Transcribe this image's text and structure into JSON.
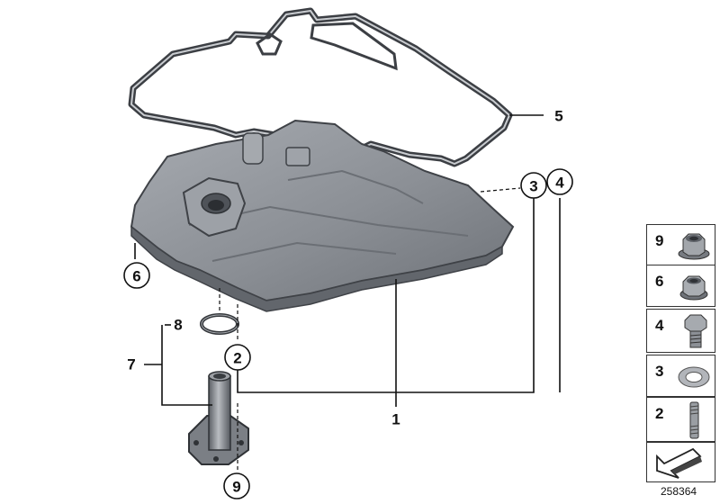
{
  "callouts": {
    "c1": "1",
    "c2": "2",
    "c3": "3",
    "c4": "4",
    "c5": "5",
    "c6": "6",
    "c7": "7",
    "c8": "8",
    "c9": "9"
  },
  "legend": [
    {
      "num": "9",
      "icon": "flange-nut-icon"
    },
    {
      "num": "6",
      "icon": "hex-nut-icon"
    },
    {
      "num": "4",
      "icon": "hex-bolt-icon"
    },
    {
      "num": "3",
      "icon": "sealing-ring-icon"
    },
    {
      "num": "2",
      "icon": "stud-bolt-icon"
    },
    {
      "num": "",
      "icon": "arrow-icon"
    }
  ],
  "diagram_id": "258364",
  "colors": {
    "pan_fill": "#8e9298",
    "pan_dark": "#5d6167",
    "gasket": "#3c3f44",
    "line": "#111111"
  }
}
